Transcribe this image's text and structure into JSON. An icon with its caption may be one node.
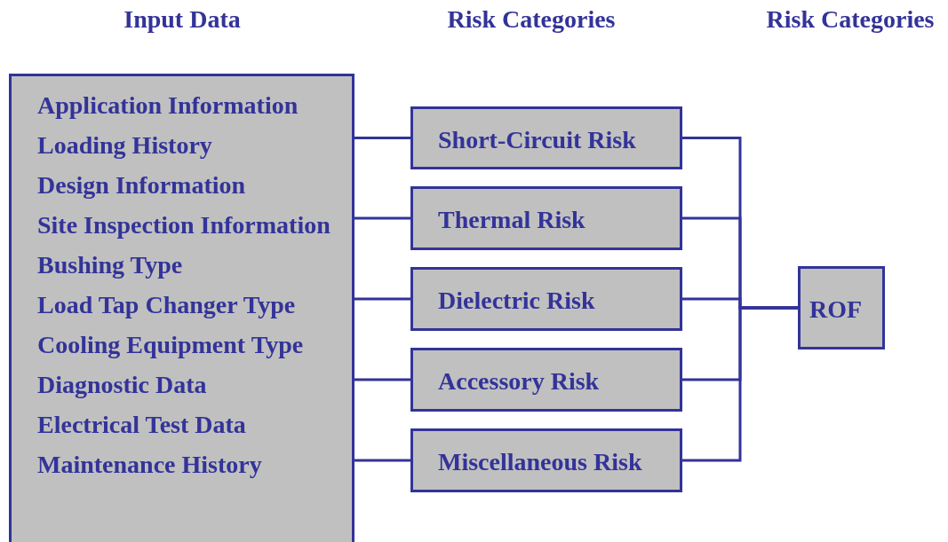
{
  "diagram": {
    "labels": [
      "Input Data",
      "Risk Categories",
      "Risk Categories"
    ],
    "nodes": [
      {
        "text": [
          "Application Information",
          "Loading History",
          "Design Information",
          "Site Inspection Information",
          "Bushing Type",
          "Load Tap Changer Type",
          "Cooling Equipment Type",
          "Diagnostic Data",
          "Electrical Test Data",
          "Maintenance History"
        ]
      },
      {
        "text": [
          "Short-Circuit Risk"
        ]
      },
      {
        "text": [
          "Thermal Risk"
        ]
      },
      {
        "text": [
          "Dielectric Risk"
        ]
      },
      {
        "text": [
          "Accessory Risk"
        ]
      },
      {
        "text": [
          "Miscellaneous Risk"
        ]
      },
      {
        "text": [
          "ROF"
        ]
      }
    ],
    "edges": [
      {
        "from": 0,
        "to": 1,
        "arrow": "none"
      },
      {
        "from": 0,
        "to": 2,
        "arrow": "none"
      },
      {
        "from": 0,
        "to": 3,
        "arrow": "none"
      },
      {
        "from": 0,
        "to": 4,
        "arrow": "none"
      },
      {
        "from": 0,
        "to": 5,
        "arrow": "none"
      },
      {
        "from": 1,
        "to": 6,
        "arrow": "none"
      },
      {
        "from": 2,
        "to": 6,
        "arrow": "none"
      },
      {
        "from": 3,
        "to": 6,
        "arrow": "none"
      },
      {
        "from": 4,
        "to": 6,
        "arrow": "none"
      },
      {
        "from": 5,
        "to": 6,
        "arrow": "none"
      }
    ]
  }
}
